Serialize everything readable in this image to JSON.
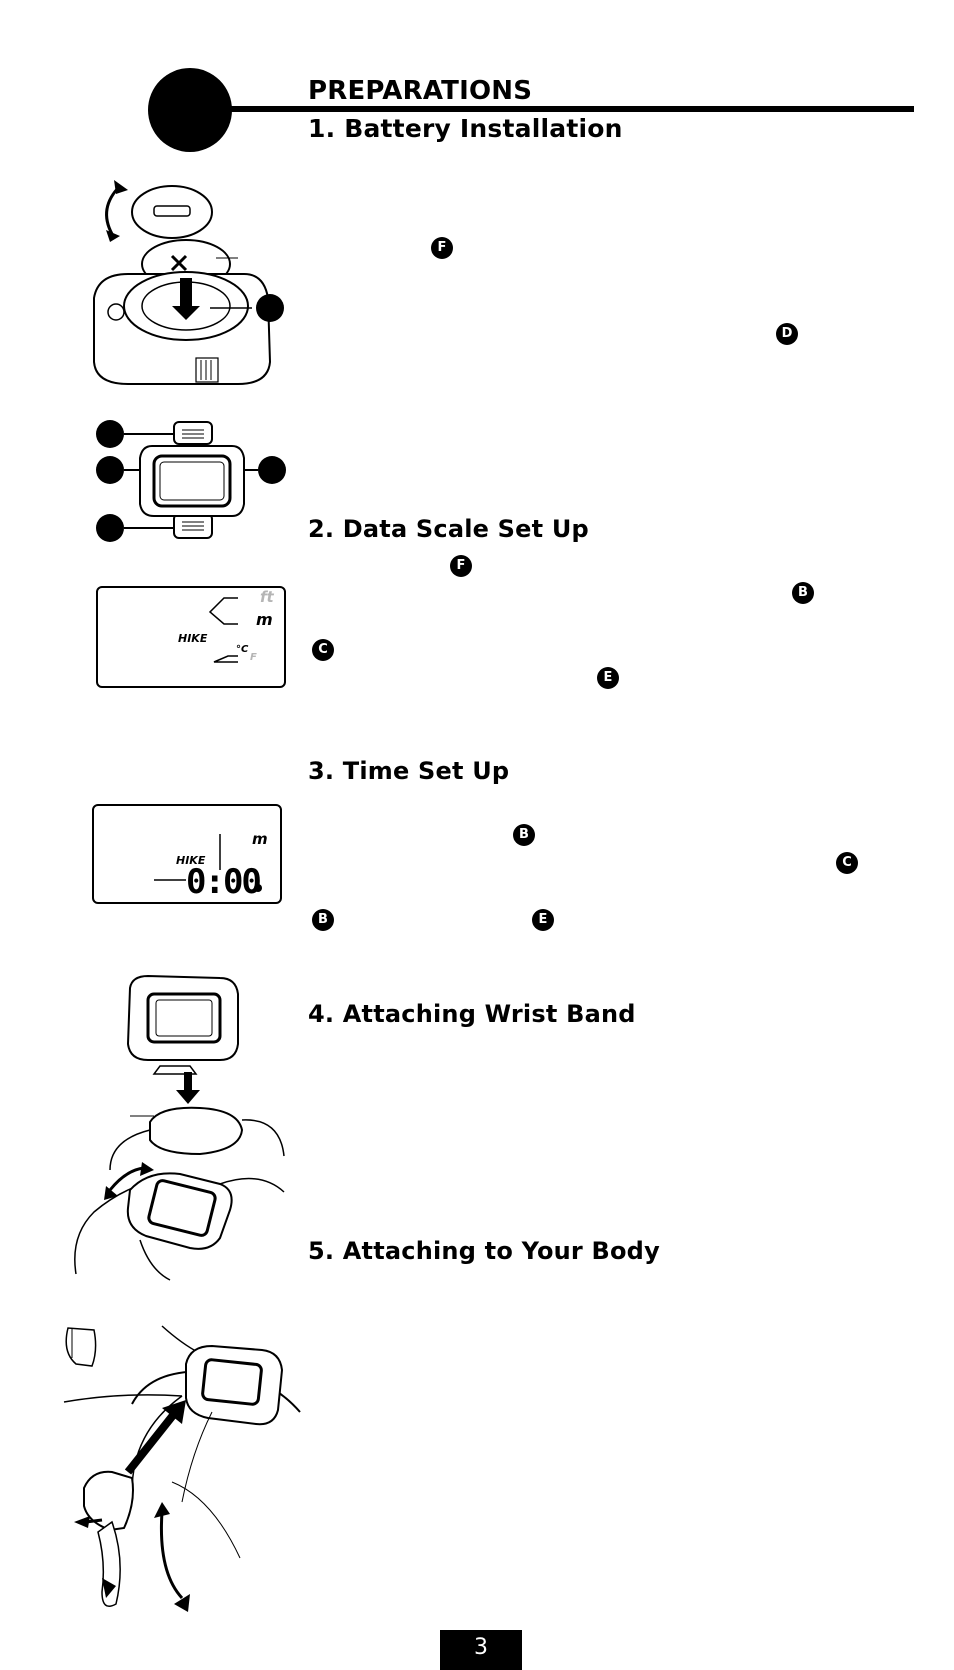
{
  "section": {
    "title": "PREPARATIONS"
  },
  "steps": [
    {
      "heading": "1. Battery Installation"
    },
    {
      "heading": "2. Data Scale Set Up"
    },
    {
      "heading": "3. Time Set Up"
    },
    {
      "heading": "4. Attaching Wrist Band"
    },
    {
      "heading": "5. Attaching to Your Body"
    }
  ],
  "badges": {
    "s1_a": "F",
    "s1_b": "D",
    "s2_a": "F",
    "s2_b": "B",
    "s2_c": "C",
    "s2_d": "E",
    "s3_a": "B",
    "s3_b": "C",
    "s3_c": "B",
    "s3_d": "E"
  },
  "lcd_units": {
    "unit_ft": "ft",
    "unit_m": "m",
    "mode": "HIKE",
    "temp_c": "°C",
    "temp_f": "F"
  },
  "lcd_time": {
    "unit": "m",
    "mode": "HIKE",
    "digits": "0:00"
  },
  "page_number": "3"
}
